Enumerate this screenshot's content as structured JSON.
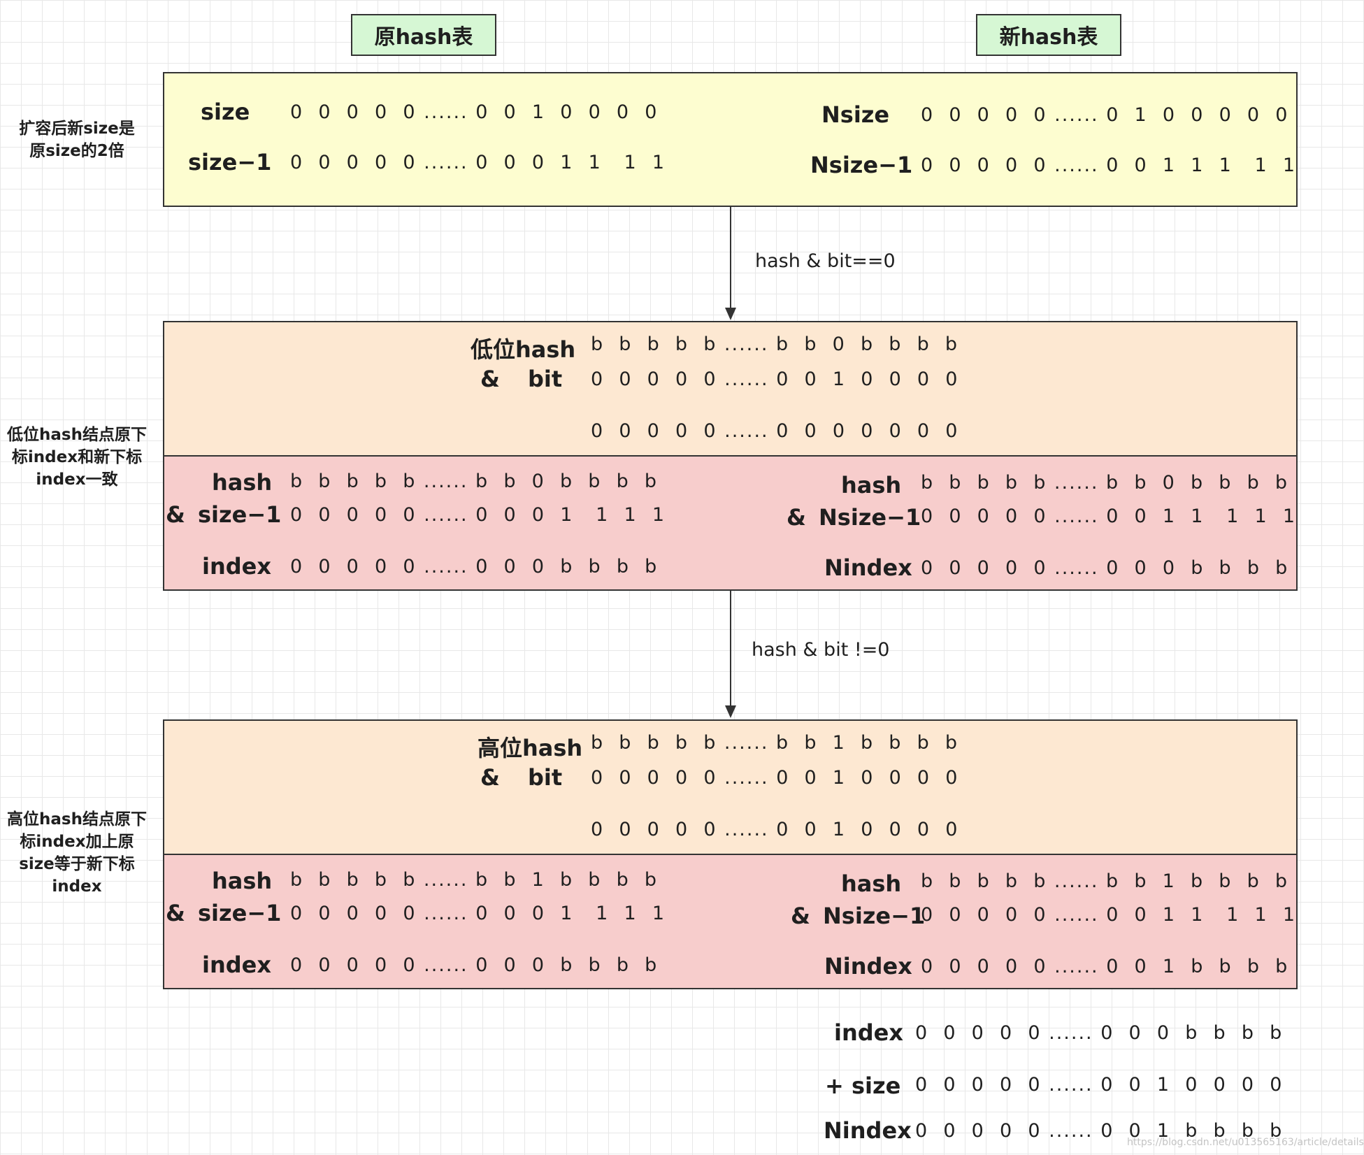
{
  "headers": {
    "old_table": "原hash表",
    "new_table": "新hash表"
  },
  "side_notes": {
    "resize": "扩容后新size是原size的2倍",
    "low": "低位hash结点原下标index和新下标index一致",
    "high": "高位hash结点原下标index加上原size等于新下标index"
  },
  "arrows": {
    "low_condition": "hash & bit==0",
    "high_condition": "hash & bit !=0"
  },
  "size_panel": {
    "old": [
      {
        "label": "size",
        "bits": "0  0  0  0  0 ...... 0  0  1  0  0  0  0"
      },
      {
        "label": "size−1",
        "bits": "0  0  0  0  0 ...... 0  0  0  1  1   1  1"
      }
    ],
    "new": [
      {
        "label": "Nsize",
        "bits": "0  0  0  0  0 ...... 0  1  0  0  0  0  0"
      },
      {
        "label": "Nsize−1",
        "bits": "0  0  0  0  0 ...... 0  0  1  1  1   1  1"
      }
    ]
  },
  "low_bit": {
    "hash_label": "低位hash",
    "amp": "&",
    "bit_label": "bit",
    "hash_bits": "b  b  b  b  b ...... b  b  0  b  b  b  b",
    "bit_bits": "0  0  0  0  0 ...... 0  0  1  0  0  0  0",
    "result_bits": "0  0  0  0  0 ...... 0  0  0  0  0  0  0"
  },
  "low_index": {
    "old": {
      "hash_label": "hash",
      "amp": "&",
      "mask_label": "size−1",
      "index_label": "index",
      "hash_bits": "b  b  b  b  b ...... b  b  0  b  b  b  b",
      "mask_bits": "0  0  0  0  0 ...... 0  0  0  1   1  1  1",
      "index_bits": "0  0  0  0  0 ...... 0  0  0  b  b  b  b"
    },
    "new": {
      "hash_label": "hash",
      "amp": "&",
      "mask_label": "Nsize−1",
      "index_label": "Nindex",
      "hash_bits": "b  b  b  b  b ...... b  b  0  b  b  b  b",
      "mask_bits": "0  0  0  0  0 ...... 0  0  1  1   1  1  1",
      "index_bits": "0  0  0  0  0 ...... 0  0  0  b  b  b  b"
    }
  },
  "high_bit": {
    "hash_label": "高位hash",
    "amp": "&",
    "bit_label": "bit",
    "hash_bits": "b  b  b  b  b ...... b  b  1  b  b  b  b",
    "bit_bits": "0  0  0  0  0 ...... 0  0  1  0  0  0  0",
    "result_bits": "0  0  0  0  0 ...... 0  0  1  0  0  0  0"
  },
  "high_index": {
    "old": {
      "hash_label": "hash",
      "amp": "&",
      "mask_label": "size−1",
      "index_label": "index",
      "hash_bits": "b  b  b  b  b ...... b  b  1  b  b  b  b",
      "mask_bits": "0  0  0  0  0 ...... 0  0  0  1   1  1  1",
      "index_bits": "0  0  0  0  0 ...... 0  0  0  b  b  b  b"
    },
    "new": {
      "hash_label": "hash",
      "amp": "&",
      "mask_label": "Nsize−1",
      "index_label": "Nindex",
      "hash_bits": "b  b  b  b  b ...... b  b  1  b  b  b  b",
      "mask_bits": "0  0  0  0  0 ...... 0  0  1  1   1  1  1",
      "index_bits": "0  0  0  0  0 ...... 0  0  1  b  b  b  b"
    }
  },
  "sum": {
    "index_label": "index",
    "index_bits": "0  0  0  0  0 ...... 0  0  0  b  b  b  b",
    "size_label": "+ size",
    "size_bits": "0  0  0  0  0 ...... 0  0  1  0  0  0  0",
    "nindex_label": "Nindex",
    "nindex_bits": "0  0  0  0  0 ...... 0  0  1  b  b  b  b"
  },
  "watermark": "https://blog.csdn.net/u013565163/article/details"
}
